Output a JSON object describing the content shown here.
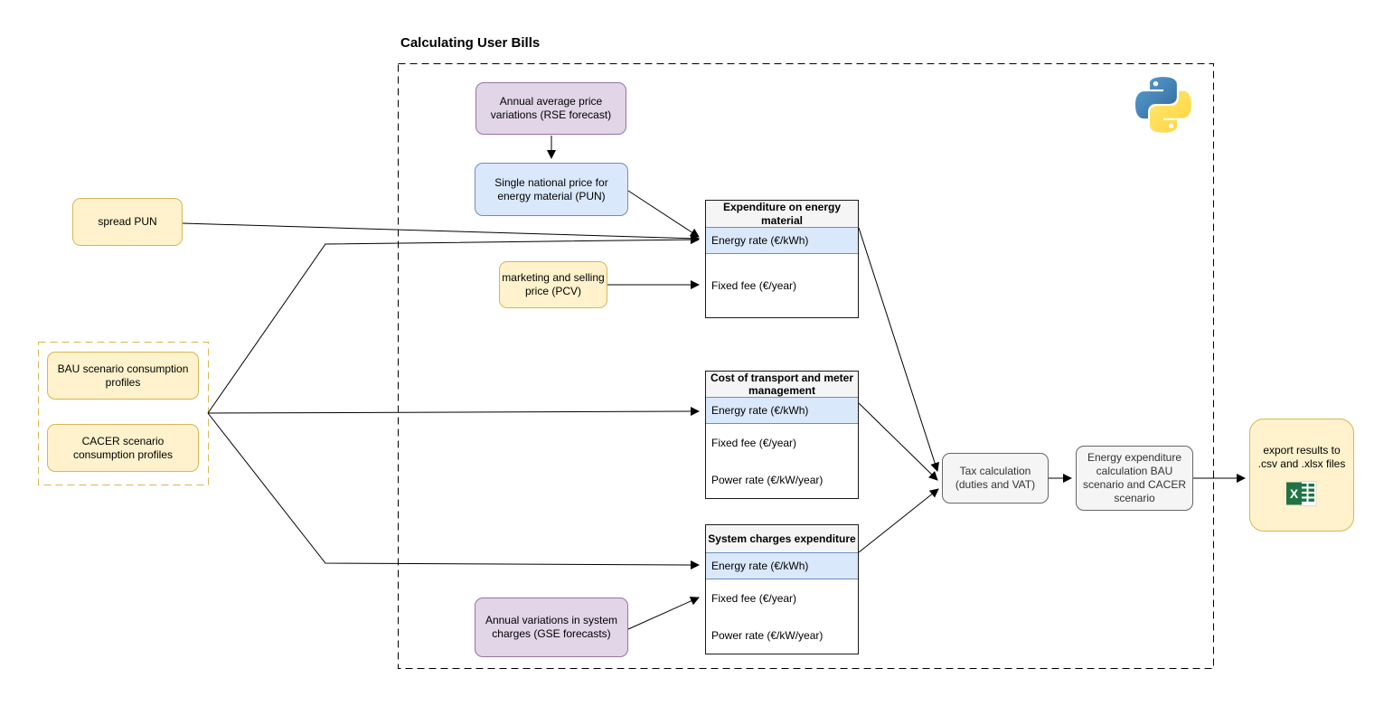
{
  "title": "Calculating User Bills",
  "nodes": {
    "rse": {
      "label": "Annual average price variations (RSE forecast)"
    },
    "pun": {
      "label": "Single national price for energy material (PUN)"
    },
    "spread_pun": {
      "label": "spread PUN"
    },
    "pcv": {
      "label": "marketing and selling price (PCV)"
    },
    "bau": {
      "label": "BAU scenario consumption profiles"
    },
    "cacer": {
      "label": "CACER scenario consumption profiles"
    },
    "gse": {
      "label": "Annual variations in system charges (GSE forecasts)"
    },
    "tax": {
      "label": "Tax calculation (duties and VAT)"
    },
    "energy_expenditure": {
      "label": "Energy expenditure calculation BAU scenario and CACER scenario"
    },
    "export": {
      "label": "export results to .csv and .xlsx files"
    }
  },
  "tables": [
    {
      "header": "Expenditure on energy material",
      "rows": [
        "Energy rate (€/kWh)",
        "Fixed fee (€/year)"
      ]
    },
    {
      "header": "Cost of transport and meter management",
      "rows": [
        "Energy rate (€/kWh)",
        "Fixed fee (€/year)",
        "Power rate (€/kW/year)"
      ]
    },
    {
      "header": "System charges expenditure",
      "rows": [
        "Energy rate (€/kWh)",
        "Fixed fee (€/year)",
        "Power rate (€/kW/year)"
      ]
    }
  ],
  "icons": {
    "python": "python-logo-icon",
    "excel": "excel-icon"
  },
  "colors": {
    "yellow_fill": "#FFF2CC",
    "yellow_border": "#D6B656",
    "purple_fill": "#E1D5E7",
    "purple_border": "#9673A6",
    "blue_fill": "#DAE8FC",
    "blue_border": "#6C8EBF",
    "gray_fill": "#F5F5F5",
    "gray_border": "#666666",
    "line": "#000000",
    "python_blue": "#306998",
    "python_yellow": "#FFD43B",
    "excel_green": "#217346"
  }
}
